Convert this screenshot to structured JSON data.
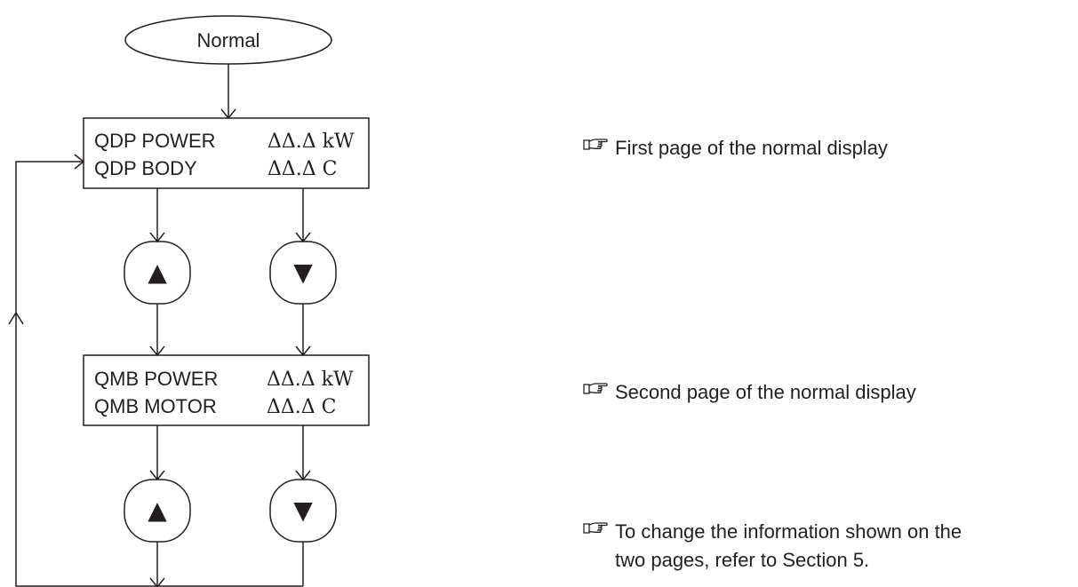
{
  "start_node": {
    "label": "Normal"
  },
  "displays": [
    {
      "rows": [
        {
          "name": "QDP POWER",
          "value": "ΔΔ.Δ kW"
        },
        {
          "name": "QDP BODY",
          "value": "ΔΔ.Δ C"
        }
      ]
    },
    {
      "rows": [
        {
          "name": "QMB POWER",
          "value": "ΔΔ.Δ kW"
        },
        {
          "name": "QMB MOTOR",
          "value": "ΔΔ.Δ C"
        }
      ]
    }
  ],
  "buttons": {
    "up": "▲",
    "down": "▼"
  },
  "notes": [
    {
      "text": "First page of the normal display"
    },
    {
      "text": "Second page of the normal display"
    },
    {
      "text": "To change the information shown on the",
      "line2": "two pages, refer to Section 5."
    }
  ],
  "colors": {
    "stroke": "#231f20",
    "background": "#ffffff"
  },
  "icon": "pointing-hand-icon"
}
